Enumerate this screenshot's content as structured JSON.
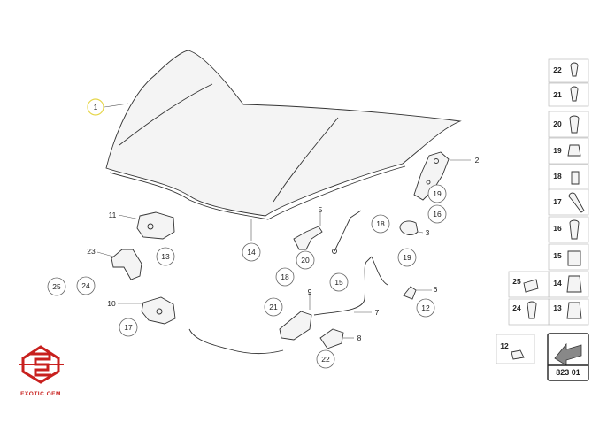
{
  "callouts": {
    "c1": "1",
    "c2": "2",
    "c3": "3",
    "c5": "5",
    "c6": "6",
    "c7": "7",
    "c8": "8",
    "c9": "9",
    "c10": "10",
    "c11": "11",
    "c12": "12",
    "c13": "13",
    "c14": "14",
    "c15": "15",
    "c16": "16",
    "c17": "17",
    "c18a": "18",
    "c18b": "18",
    "c19a": "19",
    "c19b": "19",
    "c20": "20",
    "c21": "21",
    "c22": "22",
    "c23": "23",
    "c24": "24",
    "c25": "25"
  },
  "legend": {
    "r22": "22",
    "r21": "21",
    "r20": "20",
    "r19": "19",
    "r18": "18",
    "r17": "17",
    "r16": "16",
    "r15": "15",
    "r25": "25",
    "r14": "14",
    "r24": "24",
    "r13": "13",
    "r12": "12"
  },
  "reference_code": "823 01",
  "logo": {
    "text": "EXOTIC OEM",
    "brand_color": "#c8201e"
  }
}
